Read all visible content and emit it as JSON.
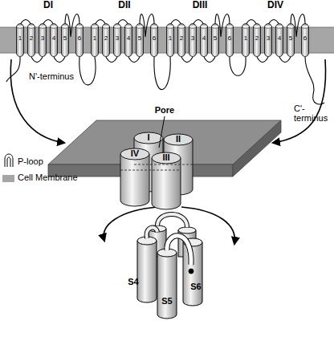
{
  "diagram": {
    "labels": [
      "DI",
      "DII",
      "DIII",
      "DIV",
      "1",
      "2",
      "3",
      "4",
      "5",
      "6",
      "1",
      "2",
      "3",
      "4",
      "5",
      "6",
      "1",
      "2",
      "3",
      "4",
      "5",
      "6",
      "1",
      "2",
      "3",
      "4",
      "5",
      "6",
      "N'-terminus",
      "C'-terminus",
      "Pore",
      "I",
      "II",
      "III",
      "IV",
      "S4",
      "S5",
      "S6"
    ],
    "legend": [
      {
        "text": "P-loop"
      },
      {
        "text": "Cell Membrane",
        "color": "#a6a6a6"
      }
    ]
  }
}
